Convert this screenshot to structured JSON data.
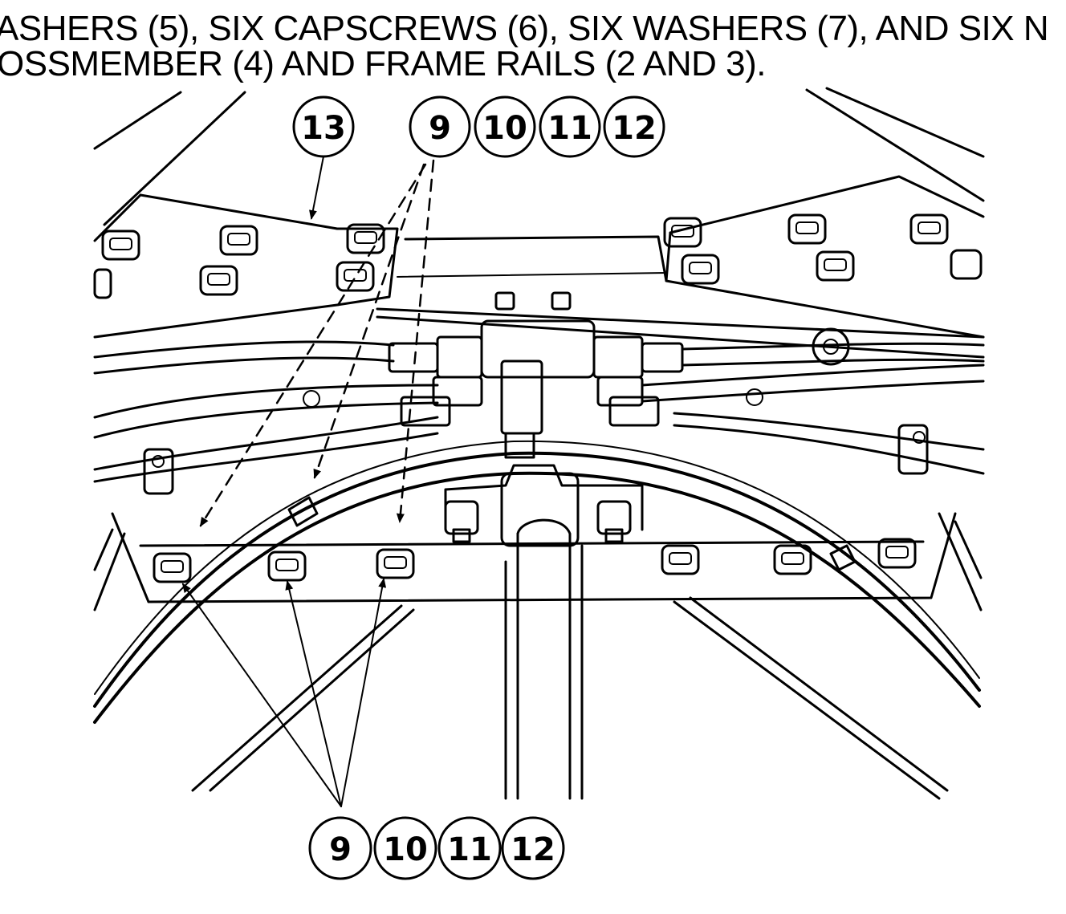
{
  "caption": {
    "line1": "ASHERS (5), SIX CAPSCREWS (6), SIX WASHERS (7), AND SIX N",
    "line2": "OSSMEMBER (4) AND FRAME RAILS (2 AND 3)."
  },
  "callouts": {
    "top_single": "13",
    "top_group": [
      "9",
      "10",
      "11",
      "12"
    ],
    "bottom_group": [
      "9",
      "10",
      "11",
      "12"
    ]
  }
}
